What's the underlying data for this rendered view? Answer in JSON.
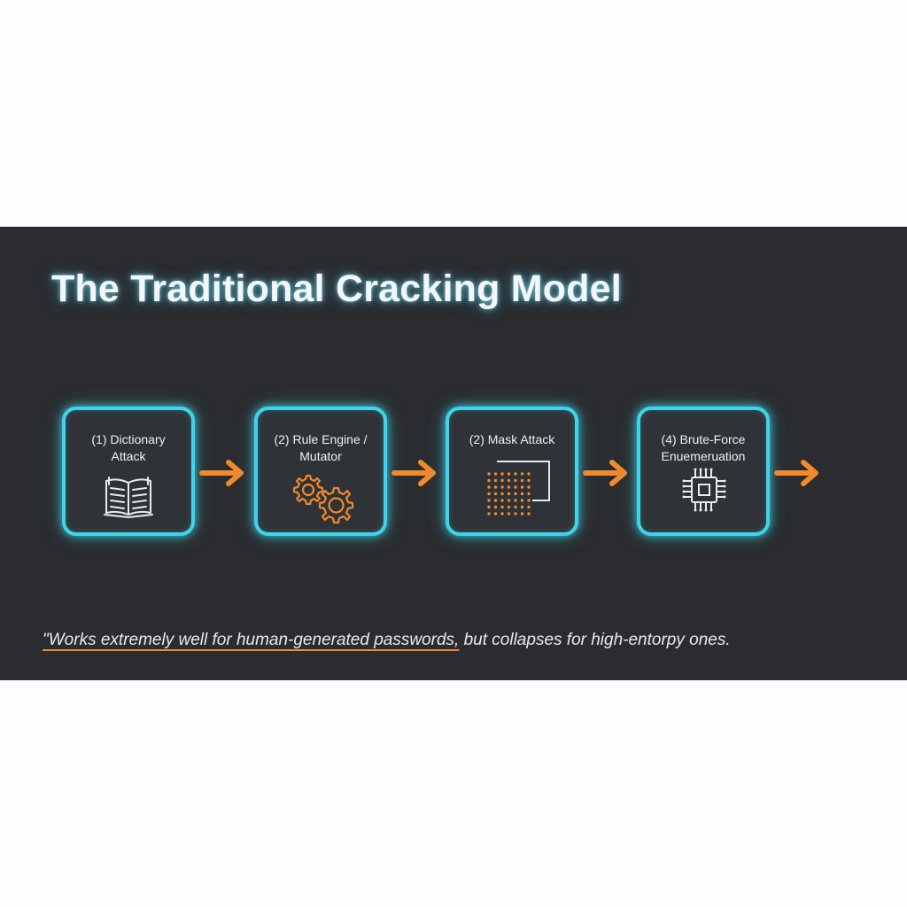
{
  "slide": {
    "title": "The Traditional Cracking Model",
    "steps": [
      {
        "label": "(1) Dictionary\nAttack",
        "icon": "open-book-icon"
      },
      {
        "label": "(2) Rule Engine /\nMutator",
        "icon": "gears-icon"
      },
      {
        "label": "(2) Mask Attack",
        "icon": "dot-grid-mask-icon"
      },
      {
        "label": "(4) Brute-Force\nEnuemeruation",
        "icon": "cpu-chip-icon"
      }
    ],
    "footnote": {
      "underlined": "\"Works extremely well for human-generated passwords,",
      "rest": " but collapses for high-entorpy ones."
    },
    "colors": {
      "background": "#2a2c2f",
      "box_border": "#3fd4ec",
      "accent_orange": "#f08a2c",
      "text": "#f4f6f7"
    }
  }
}
